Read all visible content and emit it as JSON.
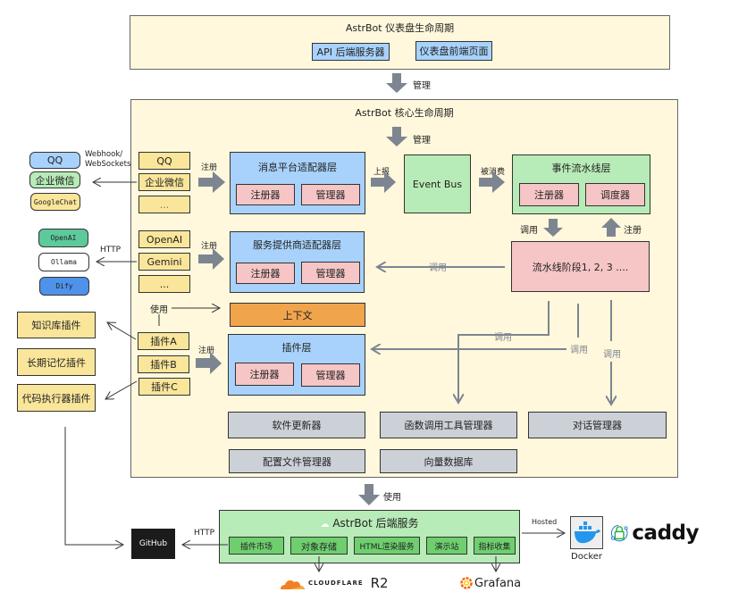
{
  "dashboard": {
    "title": "AstrBot 仪表盘生命周期",
    "items": [
      "API 后端服务器",
      "仪表盘前端页面"
    ],
    "manage_label": "管理"
  },
  "core": {
    "title": "AstrBot 核心生命周期",
    "manage_label": "管理",
    "platform_list": [
      "QQ",
      "企业微信",
      "..."
    ],
    "provider_list": [
      "OpenAI",
      "Gemini",
      "..."
    ],
    "plugin_list": [
      "插件A",
      "插件B",
      "插件C"
    ],
    "register_label": "注册",
    "use_label": "使用",
    "report_label": "上报",
    "consumed_label": "被消费",
    "call_label": "调用",
    "platform_layer": {
      "title": "消息平台适配器层",
      "items": [
        "注册器",
        "管理器"
      ]
    },
    "provider_layer": {
      "title": "服务提供商适配器层",
      "items": [
        "注册器",
        "管理器"
      ]
    },
    "plugin_layer": {
      "title": "插件层",
      "items": [
        "注册器",
        "管理器"
      ]
    },
    "context": "上下文",
    "event_bus": "Event Bus",
    "pipeline_layer": {
      "title": "事件流水线层",
      "items": [
        "注册器",
        "调度器"
      ]
    },
    "pipeline_stages": "流水线阶段1, 2, 3 ....",
    "managers": [
      "软件更新器",
      "配置文件管理器",
      "函数调用工具管理器",
      "向量数据库",
      "对话管理器"
    ]
  },
  "external": {
    "platforms": [
      "QQ",
      "企业微信",
      "GoogleChat"
    ],
    "platform_protocol": "Webhook/\nWebSockets",
    "providers": [
      "OpenAI",
      "Ollama",
      "Dify"
    ],
    "provider_protocol": "HTTP",
    "plugins": [
      "知识库插件",
      "长期记忆插件",
      "代码执行器插件"
    ]
  },
  "backend": {
    "use_label": "使用",
    "title": "AstrBot 后端服务",
    "items": [
      "插件市场",
      "对象存储",
      "HTML渲染服务",
      "演示站",
      "指标收集"
    ],
    "github": "GitHub",
    "github_protocol": "HTTP",
    "hosted_label": "Hosted",
    "docker": "Docker",
    "caddy": "caddy",
    "cloudflare": "CLOUDFLARE",
    "r2": "R2",
    "grafana": "Grafana"
  },
  "colors": {
    "panel": "#fff8dc",
    "blue": "#a8d2fb",
    "pink": "#f6c5c5",
    "green": "#b7ebb7",
    "yellow": "#fae69a",
    "gray": "#ccd0d7",
    "orange": "#f0a44c",
    "arrow": "#7d8591",
    "cloudflare": "#f38020",
    "docker": "#2496ed",
    "caddy_green": "#22b638"
  }
}
